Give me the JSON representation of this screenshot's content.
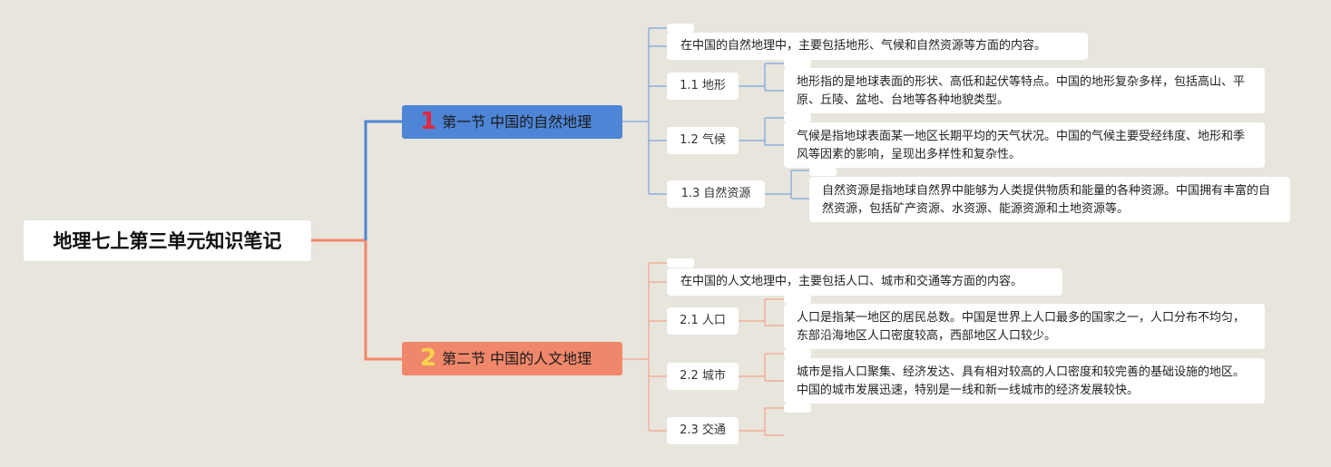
{
  "root": {
    "title": "地理七上第三单元知识笔记"
  },
  "sections": [
    {
      "num": "1",
      "title": "第一节 中国的自然地理",
      "color": "#4e85d6",
      "intro": "在中国的自然地理中，主要包括地形、气候和自然资源等方面的内容。",
      "topics": [
        {
          "label": "1.1 地形",
          "text": "地形指的是地球表面的形状、高低和起伏等特点。中国的地形复杂多样，包括高山、平原、丘陵、盆地、台地等各种地貌类型。"
        },
        {
          "label": "1.2 气候",
          "text": "气候是指地球表面某一地区长期平均的天气状况。中国的气候主要受经纬度、地形和季风等因素的影响，呈现出多样性和复杂性。"
        },
        {
          "label": "1.3 自然资源",
          "text": "自然资源是指地球自然界中能够为人类提供物质和能量的各种资源。中国拥有丰富的自然资源，包括矿产资源、水资源、能源资源和土地资源等。"
        }
      ]
    },
    {
      "num": "2",
      "title": "第二节 中国的人文地理",
      "color": "#f0876a",
      "intro": "在中国的人文地理中，主要包括人口、城市和交通等方面的内容。",
      "topics": [
        {
          "label": "2.1 人口",
          "text": "人口是指某一地区的居民总数。中国是世界上人口最多的国家之一，人口分布不均匀，东部沿海地区人口密度较高，西部地区人口较少。"
        },
        {
          "label": "2.2 城市",
          "text": "城市是指人口聚集、经济发达、具有相对较高的人口密度和较完善的基础设施的地区。中国的城市发展迅速，特别是一线和新一线城市的经济发展较快。"
        },
        {
          "label": "2.3 交通",
          "text": ""
        }
      ]
    }
  ]
}
